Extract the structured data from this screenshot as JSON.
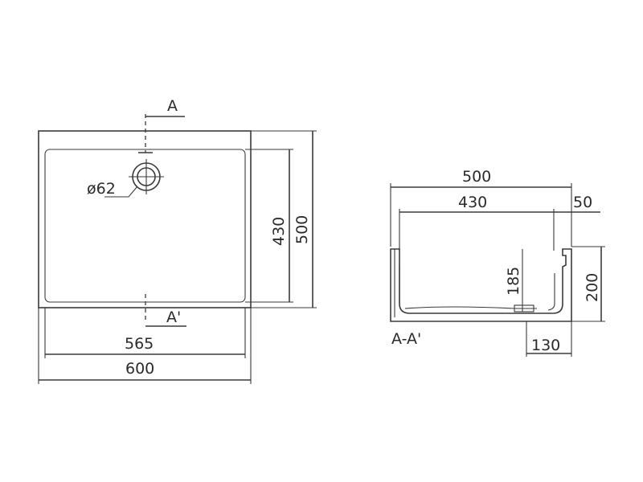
{
  "plan_view": {
    "section_start": "A",
    "section_end": "A'",
    "drain_diameter": "ø62",
    "inner_width": "565",
    "outer_width": "600",
    "inner_depth": "430",
    "outer_depth": "500"
  },
  "section_view": {
    "caption": "A-A'",
    "outer_length": "500",
    "inner_length": "430",
    "wall_thickness": "50",
    "inner_height": "185",
    "outer_height": "200",
    "drain_offset": "130"
  }
}
